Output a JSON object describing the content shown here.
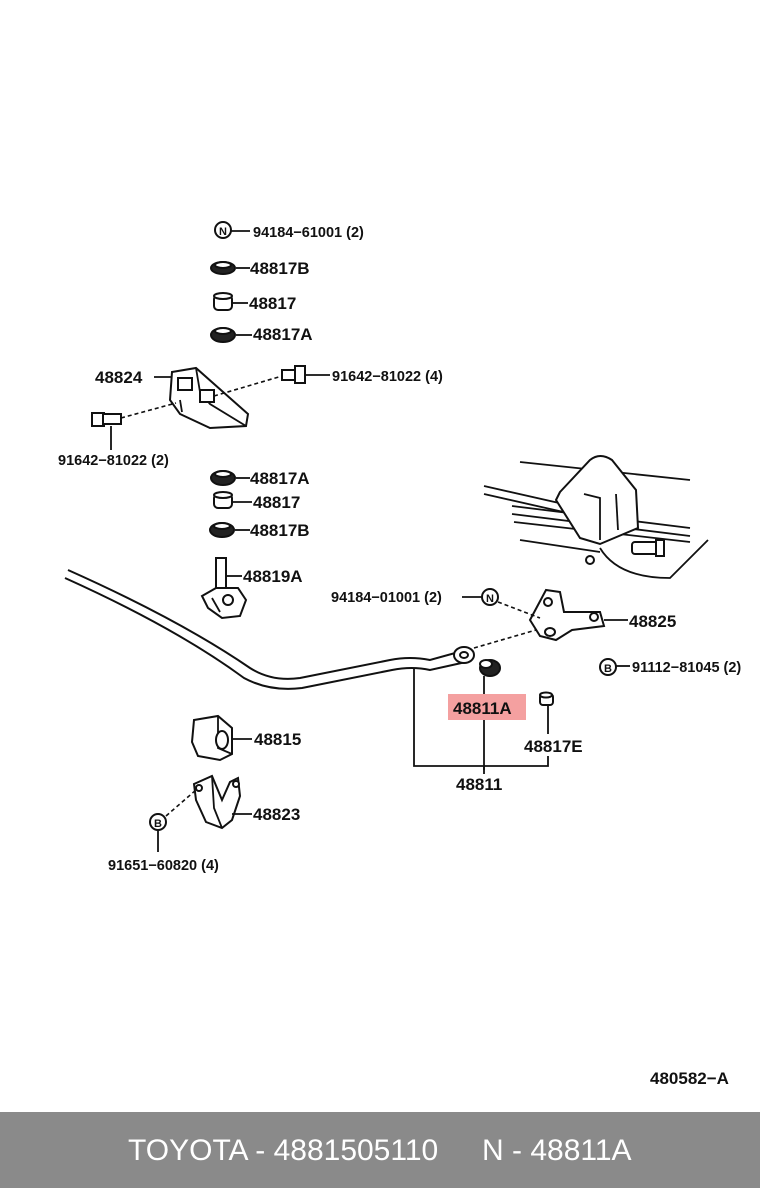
{
  "diagram": {
    "labels": {
      "p_94184_61001": "94184−61001 (2)",
      "p_48817b_top": "48817B",
      "p_48817_top": "48817",
      "p_48817a_top": "48817A",
      "p_48824": "48824",
      "p_91642_81022_right": "91642−81022 (4)",
      "p_91642_81022_left": "91642−81022 (2)",
      "p_48817a_mid": "48817A",
      "p_48817_mid": "48817",
      "p_48817b_mid": "48817B",
      "p_48819a": "48819A",
      "p_94184_01001": "94184−01001 (2)",
      "p_48825": "48825",
      "p_91112_81045": "91112−81045 (2)",
      "p_48811a": "48811A",
      "p_48817e": "48817E",
      "p_48815": "48815",
      "p_48811": "48811",
      "p_48823": "48823",
      "p_91651_60820": "91651−60820 (4)",
      "ref_code": "480582−A"
    },
    "symbols": {
      "n": "N",
      "b": "B"
    },
    "highlight_color": "#f4a0a0"
  },
  "footer": {
    "left": "TOYOTA - 4881505110",
    "right": "N - 48811A"
  }
}
